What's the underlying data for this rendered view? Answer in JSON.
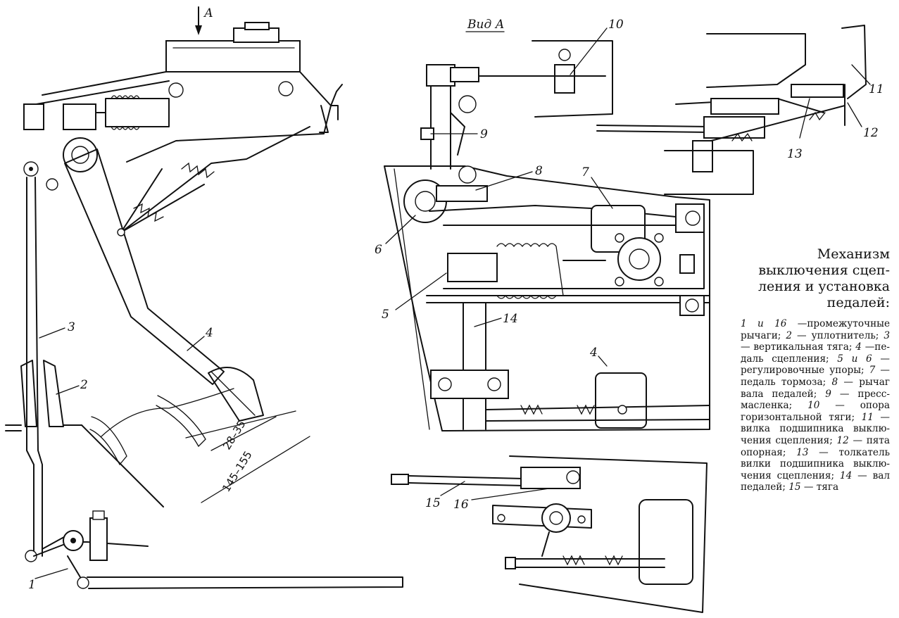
{
  "caption": {
    "title_lines": [
      "Механизм",
      "выключения сцеп-",
      "ления и установка",
      "педалей:"
    ],
    "legend": [
      {
        "ref": "1 и 16",
        "text": "—промежуточ­ные рычаги;"
      },
      {
        "ref": "2",
        "text": "— уп­лотнитель;"
      },
      {
        "ref": "3",
        "text": "— верти­кальная тяга;"
      },
      {
        "ref": "4",
        "text": "—пе­даль сцепления;"
      },
      {
        "ref": "5 и 6",
        "text": "— регулировочные упоры;"
      },
      {
        "ref": "7",
        "text": "— педаль тормоза;"
      },
      {
        "ref": "8",
        "text": "— рычаг вала педалей;"
      },
      {
        "ref": "9",
        "text": "— пресс-масленка;"
      },
      {
        "ref": "10",
        "text": "— опора горизонталь­ной тяги;"
      },
      {
        "ref": "11",
        "text": "—вилка подшипника выклю­чения сцепления;"
      },
      {
        "ref": "12",
        "text": "— пята опорная;"
      },
      {
        "ref": "13",
        "text": "— толкатель вилки подшипника выклю­чения сцепления;"
      },
      {
        "ref": "14",
        "text": "— вал педалей;"
      },
      {
        "ref": "15",
        "text": "— тяга"
      }
    ]
  },
  "view_label": "Вид А",
  "arrow_label": "А",
  "dimensions": [
    "28–35",
    "145–155"
  ],
  "part_numbers": [
    "1",
    "2",
    "3",
    "4",
    "4",
    "5",
    "6",
    "7",
    "8",
    "9",
    "10",
    "11",
    "12",
    "13",
    "14",
    "15",
    "16"
  ]
}
